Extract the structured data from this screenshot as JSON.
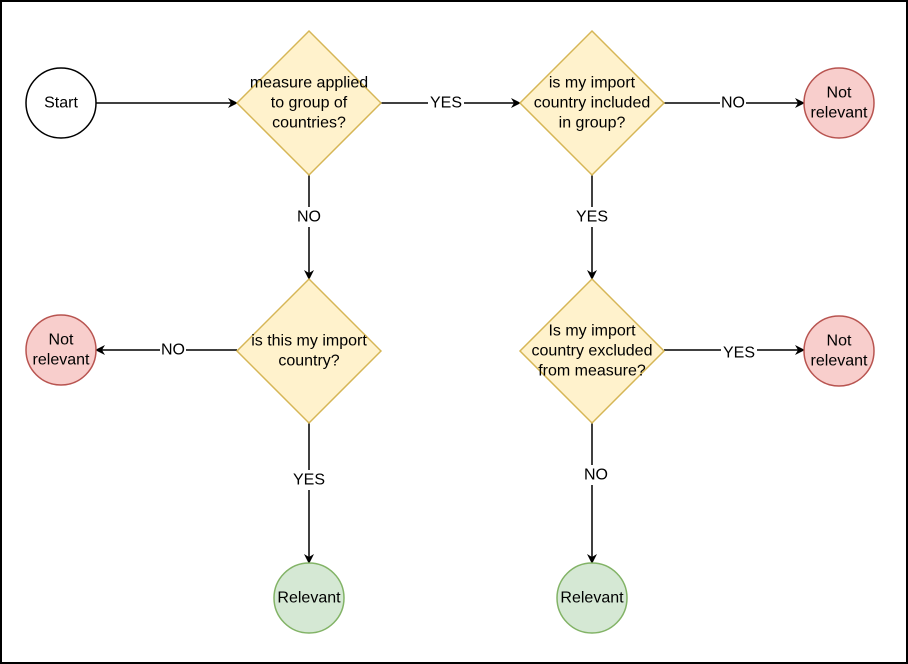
{
  "colors": {
    "frame": "#000000",
    "start_fill": "#ffffff",
    "start_stroke": "#000000",
    "decision_fill": "#fff2cc",
    "decision_stroke": "#d6b656",
    "not_relevant_fill": "#f8cecc",
    "not_relevant_stroke": "#b85450",
    "relevant_fill": "#d5e8d4",
    "relevant_stroke": "#82b366",
    "edge": "#000000",
    "label_bg": "#ffffff"
  },
  "nodes": {
    "start": {
      "lines": [
        "Start"
      ]
    },
    "q_group": {
      "lines": [
        "measure applied",
        "to group of",
        "countries?"
      ]
    },
    "q_included": {
      "lines": [
        "is my import",
        "country included",
        "in group?"
      ]
    },
    "nr_top": {
      "lines": [
        "Not",
        "relevant"
      ]
    },
    "q_my_country": {
      "lines": [
        "is this my import",
        "country?"
      ]
    },
    "nr_left": {
      "lines": [
        "Not",
        "relevant"
      ]
    },
    "q_excluded": {
      "lines": [
        "Is my import",
        "country excluded",
        "from measure?"
      ]
    },
    "nr_right": {
      "lines": [
        "Not",
        "relevant"
      ]
    },
    "relevant_left": {
      "lines": [
        "Relevant"
      ]
    },
    "relevant_right": {
      "lines": [
        "Relevant"
      ]
    }
  },
  "edges": {
    "start_to_group": "",
    "group_to_included": "YES",
    "included_to_nr_top": "NO",
    "group_to_my_country": "NO",
    "included_to_excluded": "YES",
    "my_country_to_nr_left": "NO",
    "excluded_to_nr_right": "YES",
    "my_country_to_relevant": "YES",
    "excluded_to_relevant": "NO"
  }
}
